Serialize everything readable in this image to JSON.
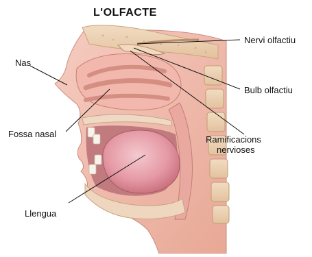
{
  "title": "L'OLFACTE",
  "labels": {
    "nervi": "Nervi olfactiu",
    "bulb": "Bulb olfactiu",
    "nas": "Nas",
    "fossa": "Fossa nasal",
    "ramif_1": "Ramificacions",
    "ramif_2": "nervioses",
    "llengua": "Llengua"
  }
}
